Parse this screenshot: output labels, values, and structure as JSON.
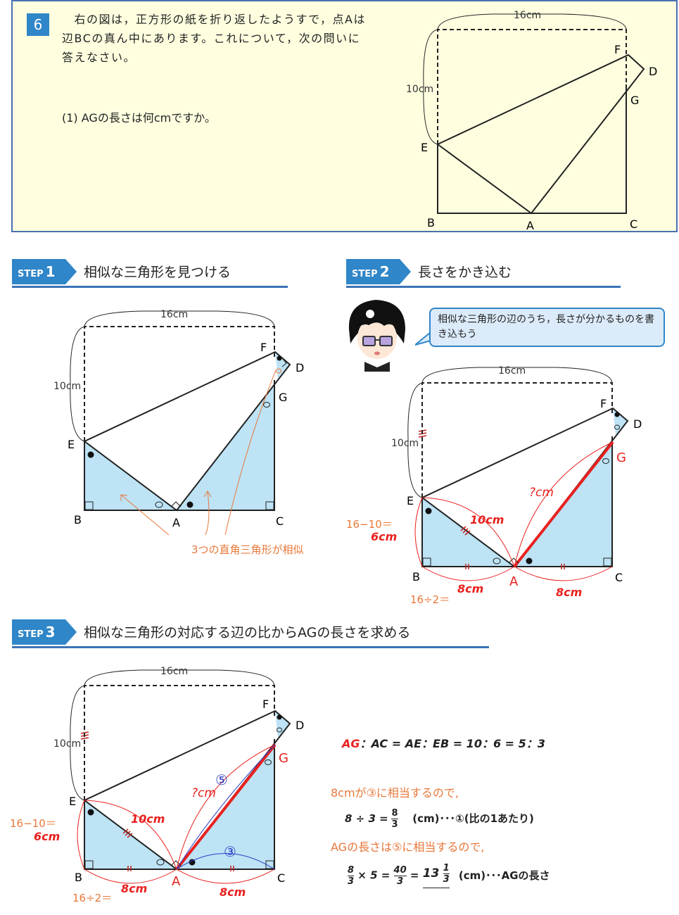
{
  "problem": {
    "number": "6",
    "text": "　右の図は，正方形の紙を折り返したようすで，点Aは辺BCの真ん中にあります。これについて，次の問いに答えなさい。",
    "question": "(1) AGの長さは何cmですか。"
  },
  "labels": {
    "side16": "16cm",
    "side10": "10cm",
    "A": "A",
    "B": "B",
    "C": "C",
    "D": "D",
    "E": "E",
    "F": "F",
    "G": "G"
  },
  "step1": {
    "tag": "STEP",
    "num": "1",
    "title": "相似な三角形を見つける",
    "note": "3つの直角三角形が相似"
  },
  "step2": {
    "tag": "STEP",
    "num": "2",
    "title": "長さをかき込む",
    "bubble": "相似な三角形の辺のうち，長さが分かるものを書き込もう",
    "ag": "?cm",
    "ae": "10cm",
    "eb_calc": "16−10＝",
    "eb": "6cm",
    "ba": "8cm",
    "ac": "8cm",
    "half_calc": "16÷2＝"
  },
  "step3": {
    "tag": "STEP",
    "num": "3",
    "title": "相似な三角形の対応する辺の比からAGの長さを求める",
    "circle5": "⑤",
    "circle3": "③",
    "ratio_ag": "AG",
    "ratio_rest": "：AC = AE：EB = 10：6 = 5：3",
    "line1": "8cmが③に相当するので,",
    "line2_a": "8 ÷ 3 =",
    "frac1_num": "8",
    "frac1_den": "3",
    "line2_b": "(cm)･･･①(比の1あたり)",
    "line3": "AGの長さは⑤に相当するので,",
    "frac2_num": "8",
    "frac2_den": "3",
    "line4_a": "× 5 =",
    "frac3_num": "40",
    "frac3_den": "3",
    "line4_b": "=",
    "whole": "13",
    "frac4_num": "1",
    "frac4_den": "3",
    "line4_c": "(cm)･･･AGの長さ"
  },
  "colors": {
    "accent": "#2f86c8",
    "red": "#e8211e",
    "orange": "#e8783a",
    "fill": "#bde3f5"
  }
}
